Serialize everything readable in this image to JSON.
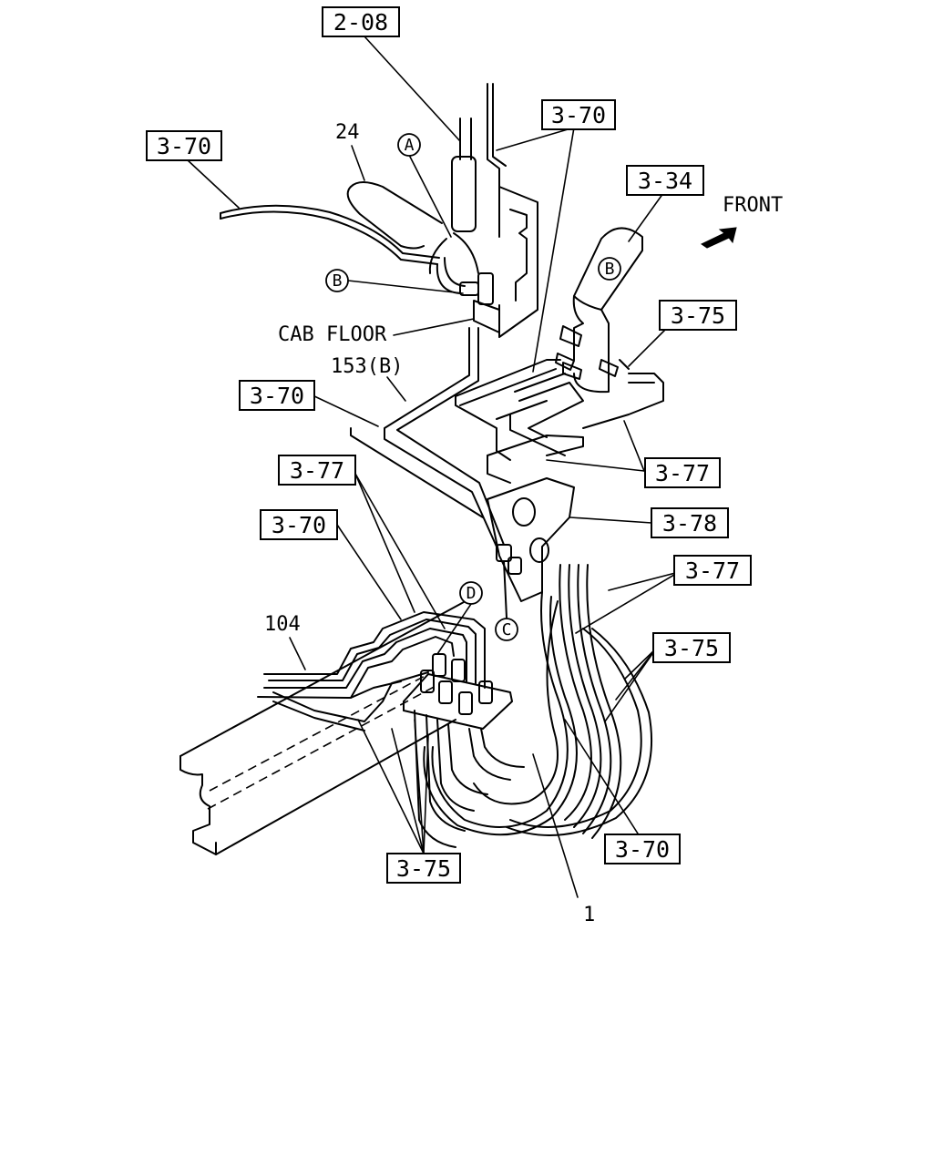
{
  "callouts": {
    "ref_2_08": "2-08",
    "ref_3_70_left": "3-70",
    "ref_3_70_top": "3-70",
    "ref_3_34": "3-34",
    "ref_3_75_right_top": "3-75",
    "ref_3_70_mid": "3-70",
    "ref_3_77_right_upper": "3-77",
    "ref_3_77_left": "3-77",
    "ref_3_78": "3-78",
    "ref_3_70_lower_left": "3-70",
    "ref_3_77_right_lower": "3-77",
    "ref_3_75_right_lower": "3-75",
    "ref_3_70_bottom": "3-70",
    "ref_3_75_bottom": "3-75"
  },
  "labels": {
    "part_24": "24",
    "cab_floor": "CAB FLOOR",
    "part_153b": "153(B)",
    "part_104": "104",
    "part_1": "1",
    "front": "FRONT"
  },
  "circled": {
    "a": "A",
    "b_left": "B",
    "b_hose": "B",
    "c": "C",
    "d": "D"
  }
}
